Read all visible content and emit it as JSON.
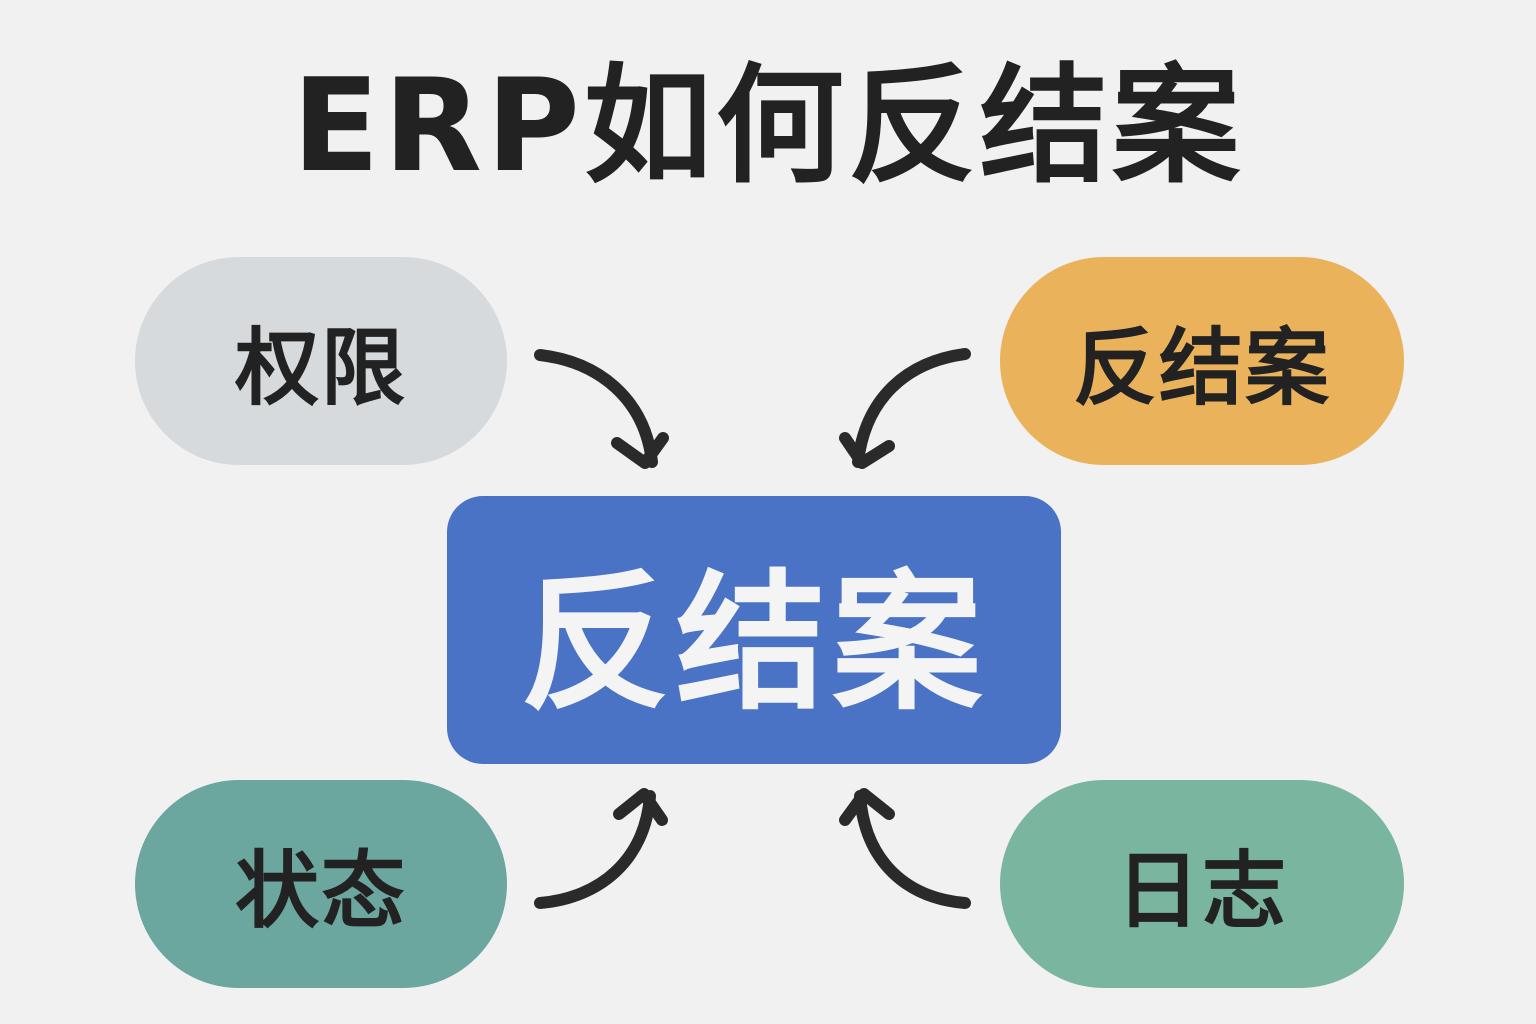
{
  "title": "ERP如何反结案",
  "center": {
    "label": "反结案",
    "color": "#4a73c5"
  },
  "nodes": [
    {
      "id": "permission",
      "label": "权限",
      "position": "top-left",
      "color": "#d6dadc"
    },
    {
      "id": "unclose",
      "label": "反结案",
      "position": "top-right",
      "color": "#ebb25c"
    },
    {
      "id": "status",
      "label": "状态",
      "position": "bottom-left",
      "color": "#6ba69f"
    },
    {
      "id": "log",
      "label": "日志",
      "position": "bottom-right",
      "color": "#7ab59f"
    }
  ],
  "edges": [
    {
      "from": "permission",
      "to": "center",
      "icon": "curved-arrow-icon"
    },
    {
      "from": "unclose",
      "to": "center",
      "icon": "curved-arrow-icon"
    },
    {
      "from": "status",
      "to": "center",
      "icon": "curved-arrow-icon"
    },
    {
      "from": "log",
      "to": "center",
      "icon": "curved-arrow-icon"
    }
  ]
}
